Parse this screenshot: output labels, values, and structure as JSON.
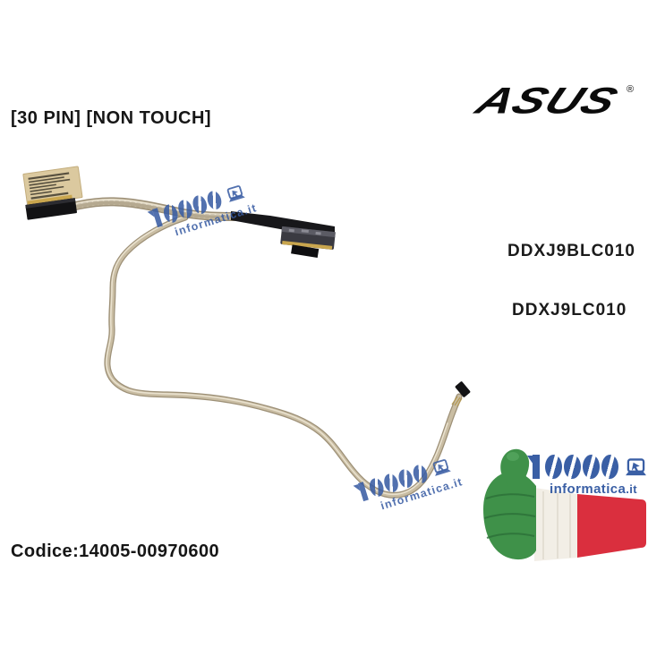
{
  "product": {
    "pin_spec": "[30 PIN] [NON TOUCH]",
    "brand": "ASUS",
    "registered_mark": "®",
    "part_numbers": [
      "DDXJ9BLC010",
      "DDXJ9LC010"
    ],
    "code": "Codice:14005-00970600"
  },
  "watermark": {
    "number": "10000",
    "domain": "informatica.it"
  },
  "seller_logo": {
    "number": "10000",
    "domain": "informatica",
    "tld": ".it"
  },
  "colors": {
    "brand_blue": "#3a5fa5",
    "wm_blue": "rgba(56,92,163,0.87)",
    "flag_green": "#3f9149",
    "flag_white": "#f2eee6",
    "flag_red": "#da2f3e"
  }
}
